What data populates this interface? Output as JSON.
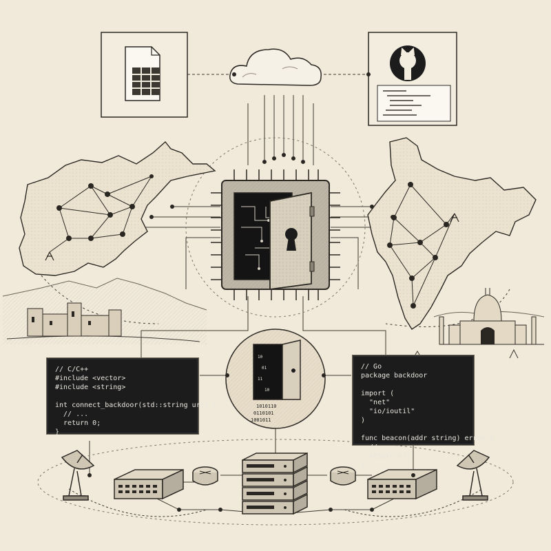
{
  "code_panels": {
    "cpp": {
      "lines": [
        "// C/C++",
        "#include <vector>",
        "#include <string>",
        "",
        "int connect_backdoor(std::string url) {",
        "  // ...",
        "  return 0;",
        "}"
      ]
    },
    "go": {
      "lines": [
        "// Go",
        "package backdoor",
        "",
        "import (",
        "  \"net\"",
        "  \"io/ioutil\"",
        ")",
        "",
        "func beacon(addr string) error {",
        "  // ...",
        "  return nil",
        "}"
      ]
    }
  },
  "github_card": {
    "icon": "github-icon"
  },
  "spreadsheet_card": {
    "icon": "spreadsheet-icon"
  },
  "cloud": {
    "icon": "cloud-icon"
  },
  "chip": {
    "icon": "chip-with-vault-door-icon"
  },
  "door_badge": {
    "icon": "open-door-binary-icon"
  },
  "regions": [
    "afghanistan-map",
    "india-map"
  ],
  "colors": {
    "paper": "#f1eadb",
    "ink": "#2a2722",
    "terminal": "#1c1c1c",
    "terminal_text": "#e9e6de"
  }
}
